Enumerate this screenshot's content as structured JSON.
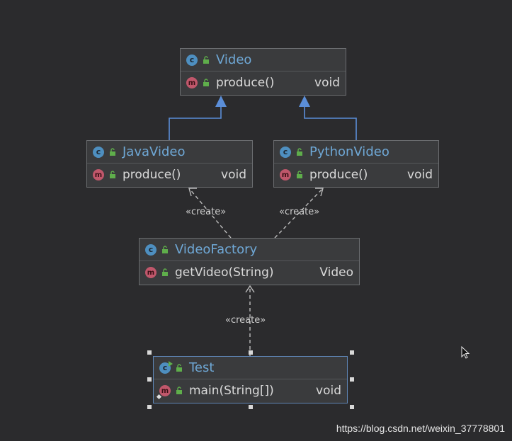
{
  "colors": {
    "background": "#2b2b2d",
    "node_fill": "#3a3b3d",
    "class_name": "#6fa8d6",
    "method_text": "#d9d9d9",
    "inheritance_edge": "#5b8ed8",
    "dependency_edge": "#bdbdbd",
    "selection": "#5f86b6"
  },
  "nodes": {
    "video": {
      "name": "Video",
      "icon": "class-icon",
      "method": "produce()",
      "return_type": "void"
    },
    "java_video": {
      "name": "JavaVideo",
      "icon": "class-icon",
      "method": "produce()",
      "return_type": "void"
    },
    "python_video": {
      "name": "PythonVideo",
      "icon": "class-icon",
      "method": "produce()",
      "return_type": "void"
    },
    "video_factory": {
      "name": "VideoFactory",
      "icon": "class-icon",
      "method": "getVideo(String)",
      "return_type": "Video"
    },
    "test": {
      "name": "Test",
      "icon": "runnable-class-icon",
      "method": "main(String[])",
      "return_type": "void"
    }
  },
  "edge_labels": {
    "factory_to_java": "«create»",
    "factory_to_python": "«create»",
    "test_to_factory": "«create»"
  },
  "watermark": "https://blog.csdn.net/weixin_37778801"
}
